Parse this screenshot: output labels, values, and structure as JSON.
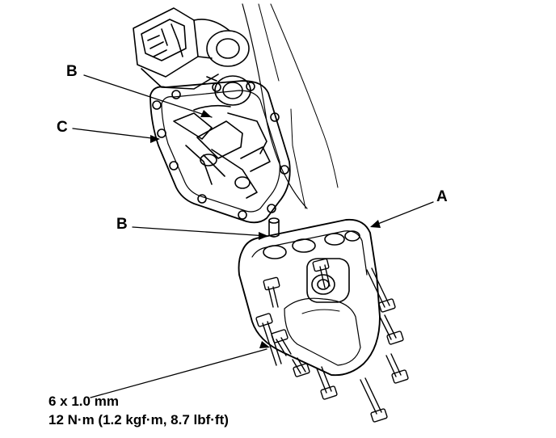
{
  "labels": {
    "b_upper": "B",
    "c": "C",
    "a": "A",
    "b_lower": "B"
  },
  "spec": {
    "line1": "6 x 1.0 mm",
    "line2": "12 N·m (1.2 kgf·m, 8.7 lbf·ft)"
  },
  "colors": {
    "ink": "#000000",
    "paper": "#ffffff"
  }
}
